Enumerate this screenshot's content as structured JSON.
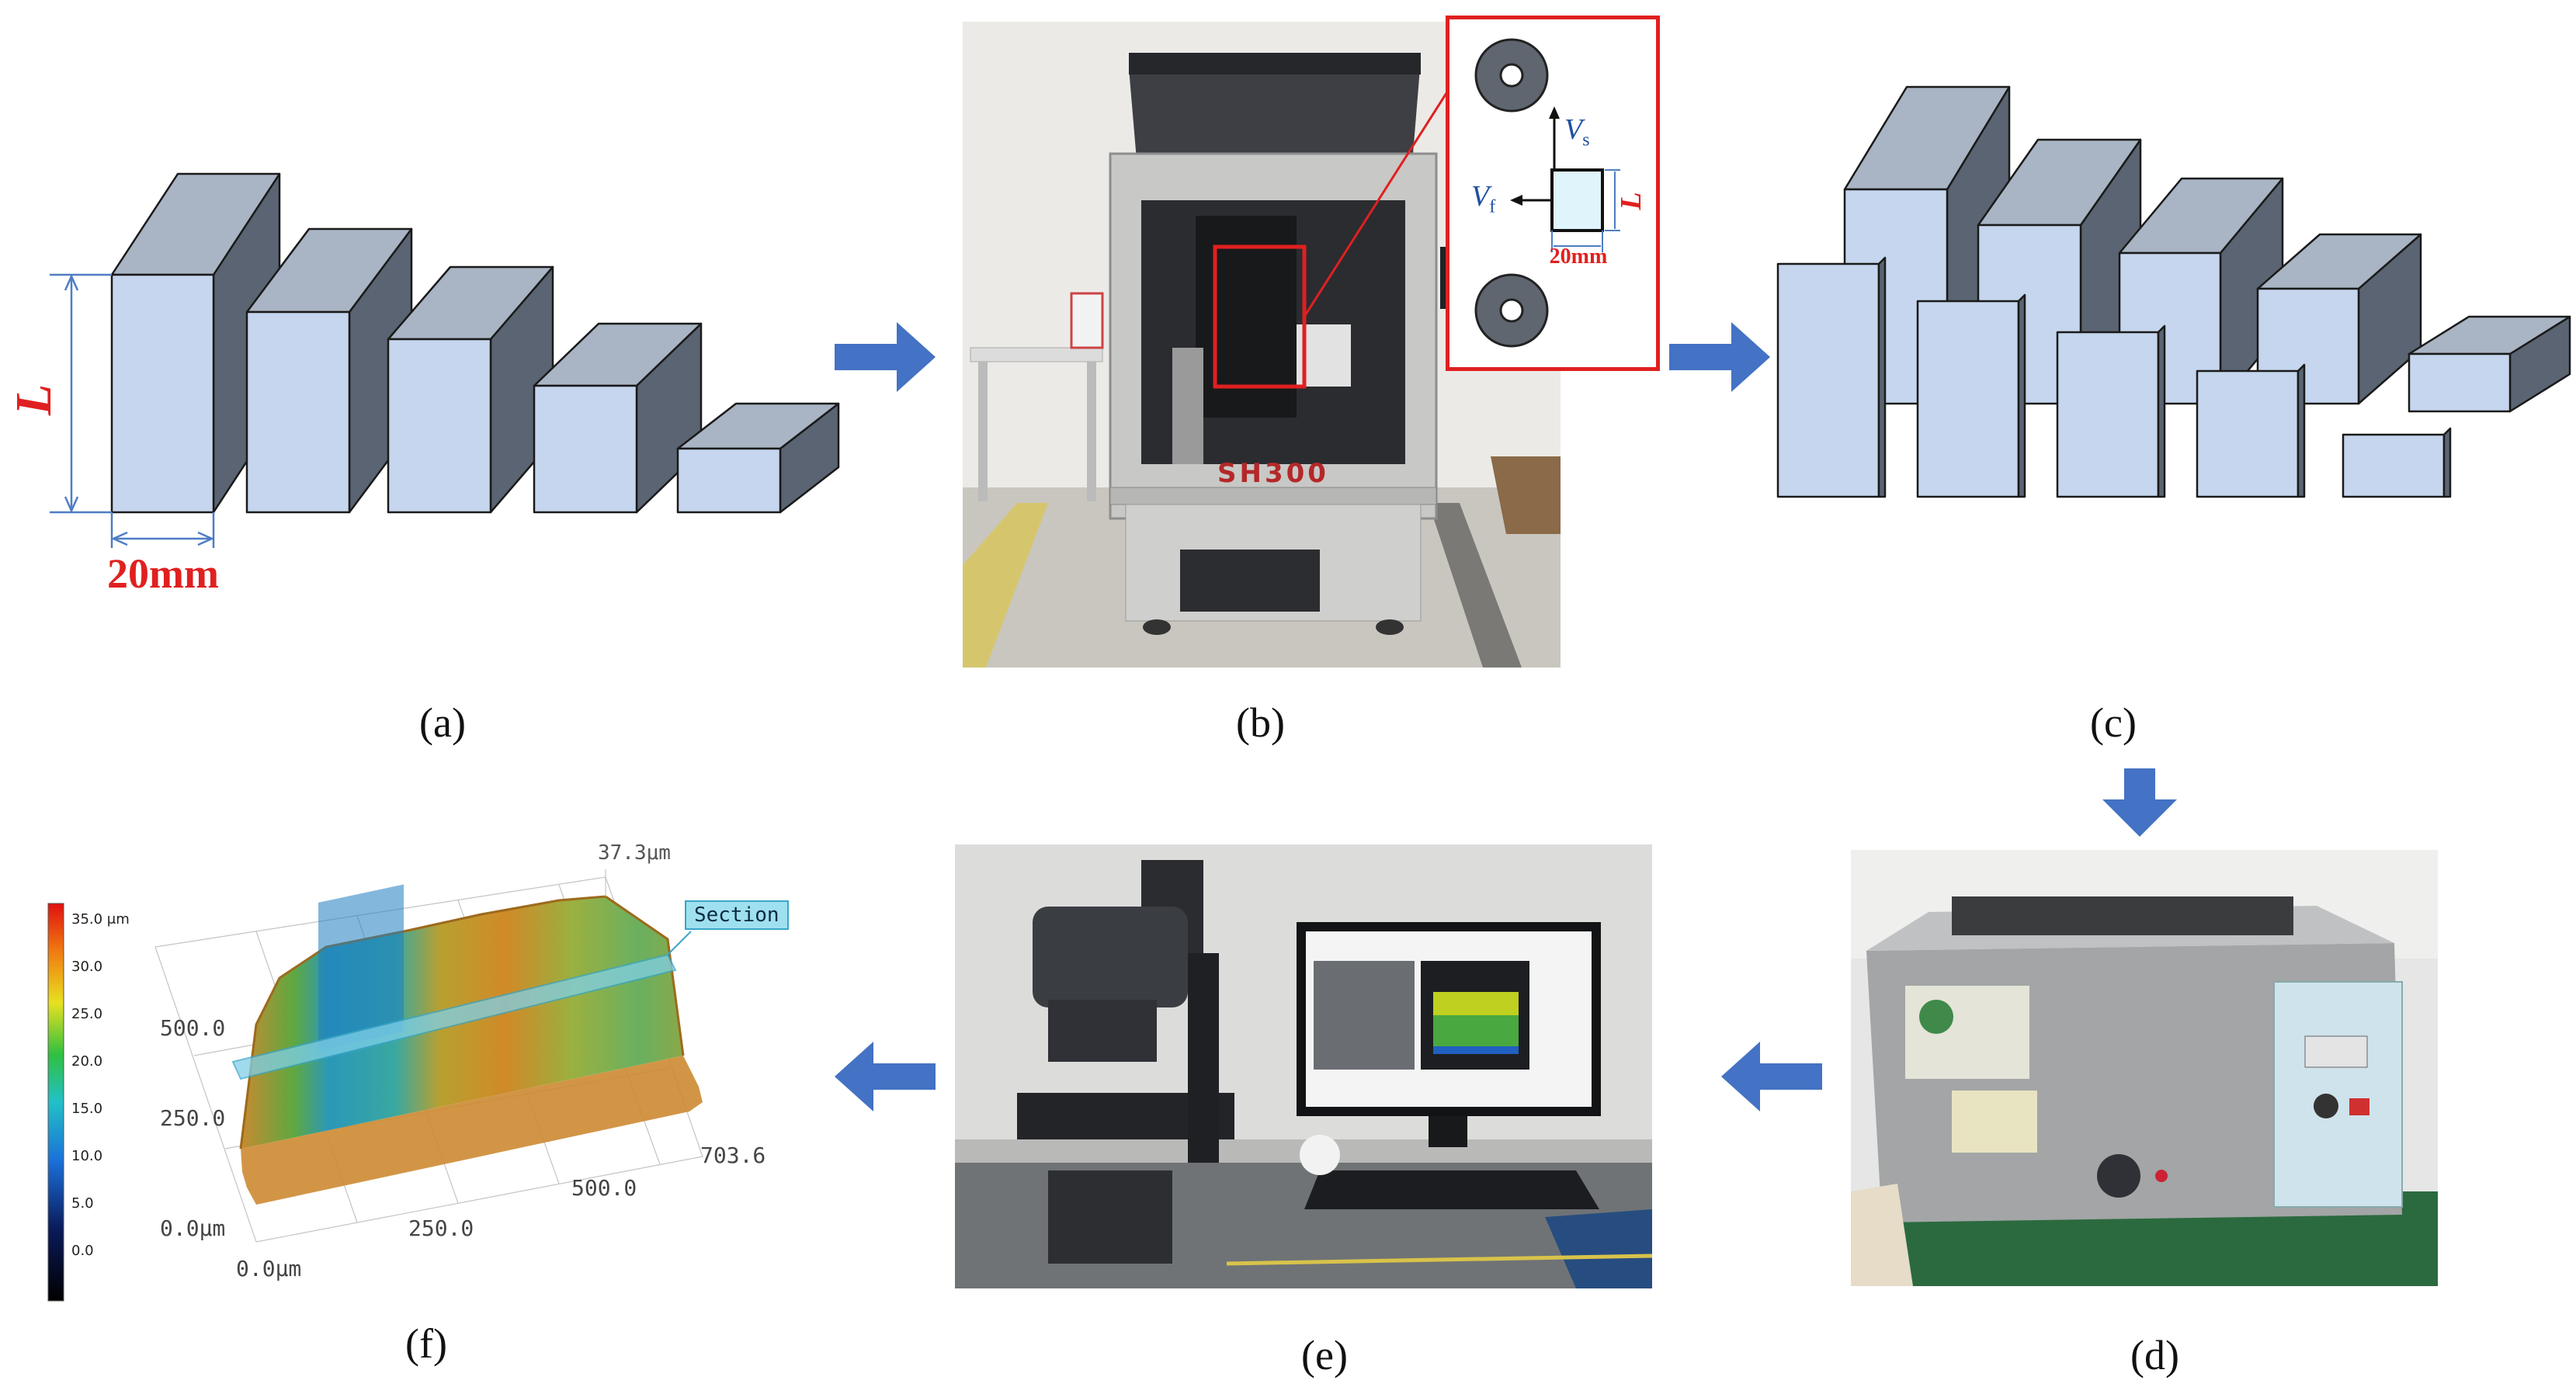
{
  "panels": {
    "a": {
      "label": "(a)",
      "dim_length": "L",
      "dim_width": "20mm"
    },
    "b": {
      "label": "(b)",
      "machine_name": "SH300",
      "inset": {
        "vs_main": "V",
        "vs_sub": "s",
        "vf_main": "V",
        "vf_sub": "f",
        "length": "L",
        "width": "20mm"
      }
    },
    "c": {
      "label": "(c)"
    },
    "d": {
      "label": "(d)"
    },
    "e": {
      "label": "(e)"
    },
    "f": {
      "label": "(f)",
      "colorbar_ticks": [
        "35.0 μm",
        "30.0",
        "25.0",
        "20.0",
        "15.0",
        "10.0",
        "5.0",
        "0.0"
      ],
      "z_max": "37.3μm",
      "section_label": "Section",
      "y_ticks": [
        "500.0",
        "250.0",
        "0.0μm"
      ],
      "x_ticks": [
        "0.0μm",
        "250.0",
        "500.0",
        "703.6"
      ]
    }
  },
  "colors": {
    "block_front": "#c5d6ee",
    "block_top": "#a9b4c4",
    "block_side": "#5a6472",
    "flow_arrow": "#4472c4",
    "dimension": "#4f7dc4",
    "accent_red": "#e02020"
  }
}
